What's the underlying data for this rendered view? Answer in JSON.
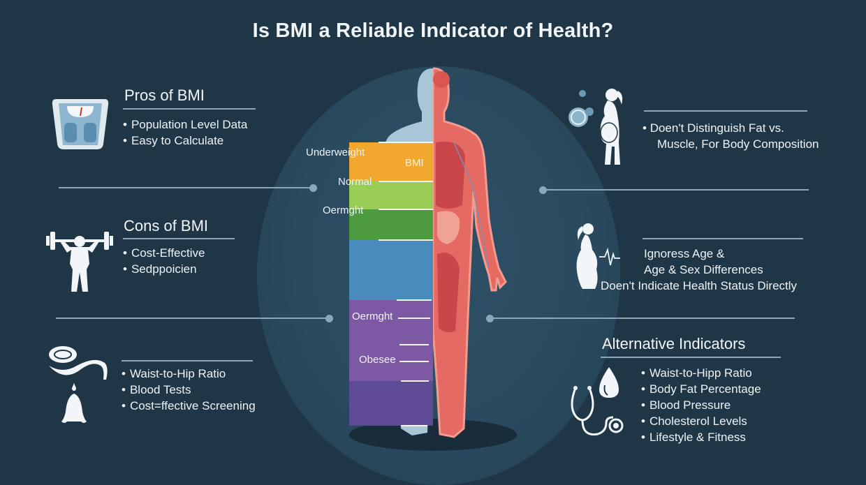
{
  "title": "Is BMI a Reliable Indicator of Health?",
  "colors": {
    "background": "#1f3646",
    "underweight_band": "#f2a72e",
    "normal_band": "#9acd55",
    "overweight_band": "#4e9a3f",
    "mid_band": "#4a8bbd",
    "obese_band": "#7e59a3",
    "anatomy": "#e46a63"
  },
  "pros": {
    "heading": "Pros of BMI",
    "icon": "weighing-scale-icon",
    "items": [
      "Population Level Data",
      "Easy to Calculate"
    ]
  },
  "cons": {
    "heading": "Cons of BMI",
    "icon": "weightlifter-icon",
    "items": [
      "Cost-Effective",
      "Sedppoicien"
    ]
  },
  "measures": {
    "icon": "tape-measure-icon",
    "items": [
      "Waist-to-Hip Ratio",
      "Blood Tests",
      "Cost=ffective Screening"
    ]
  },
  "limitation1": {
    "icon": "pregnant-woman-icon",
    "lines": [
      "Doen't Distinguish Fat vs.",
      "Muscle, For Body Composition"
    ]
  },
  "limitation2": {
    "icon": "pregnant-woman-heartbeat-icon",
    "lines": [
      "Ignoress Age &",
      "Age & Sex Differences",
      "Doen't Indicate Health Status Directly"
    ]
  },
  "alternatives": {
    "heading": "Alternative Indicators",
    "icon": "stethoscope-drop-icon",
    "items": [
      "Waist-to-Hipp Ratio",
      "Body Fat Percentage",
      "Blood Pressure",
      "Cholesterol Levels",
      "Lifestyle & Fitness"
    ]
  },
  "body": {
    "bmi_label": "BMI",
    "labels": [
      "Underweight",
      "Normal",
      "Oermght",
      "Oermght",
      "Obesee"
    ]
  }
}
